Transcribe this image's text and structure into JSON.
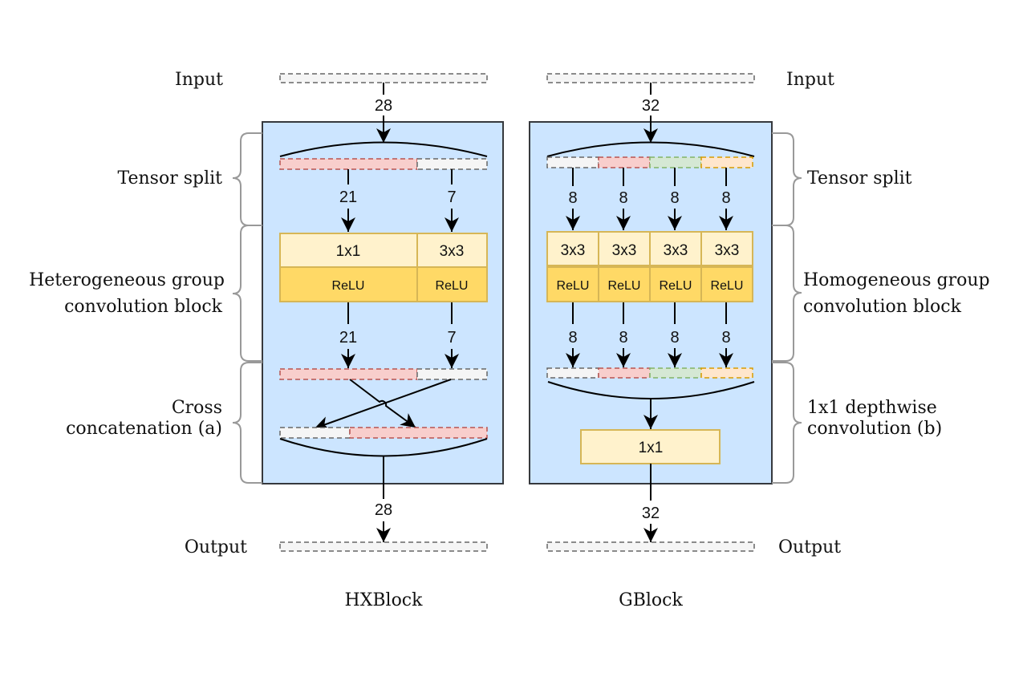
{
  "hxblock": {
    "title": "HXBlock",
    "input_label": "Input",
    "output_label": "Output",
    "input_channels": "28",
    "output_channels": "28",
    "split_channels": [
      "21",
      "7"
    ],
    "conv_ops": [
      "1x1",
      "3x3"
    ],
    "activations": [
      "ReLU",
      "ReLU"
    ],
    "post_channels": [
      "21",
      "7"
    ],
    "annotations": {
      "split": "Tensor split",
      "group_conv_line1": "Heterogeneous group",
      "group_conv_line2": "convolution block",
      "concat_line1": "Cross",
      "concat_line2": "concatenation (a)"
    }
  },
  "gblock": {
    "title": "GBlock",
    "input_label": "Input",
    "output_label": "Output",
    "input_channels": "32",
    "output_channels": "32",
    "split_channels": [
      "8",
      "8",
      "8",
      "8"
    ],
    "conv_ops": [
      "3x3",
      "3x3",
      "3x3",
      "3x3"
    ],
    "activations": [
      "ReLU",
      "ReLU",
      "ReLU",
      "ReLU"
    ],
    "post_channels": [
      "8",
      "8",
      "8",
      "8"
    ],
    "pointwise_op": "1x1",
    "annotations": {
      "split": "Tensor split",
      "group_conv_line1": "Homogeneous group",
      "group_conv_line2": "convolution block",
      "depthwise_line1": "1x1 depthwise",
      "depthwise_line2": "convolution (b)"
    }
  },
  "colors": {
    "block_bg": "#cce5ff",
    "block_border": "#36393d",
    "tensor_gray_fill": "#f5f5f5",
    "tensor_gray_stroke": "#666666",
    "tensor_red_fill": "#f8cecc",
    "tensor_red_stroke": "#b85450",
    "tensor_green_fill": "#d5e8d4",
    "tensor_green_stroke": "#82b366",
    "tensor_orange_fill": "#ffe6cc",
    "tensor_orange_stroke": "#d79b00",
    "conv_fill": "#fff2cc",
    "relu_fill": "#ffd966",
    "op_stroke": "#d6b656",
    "brace": "#999999"
  }
}
